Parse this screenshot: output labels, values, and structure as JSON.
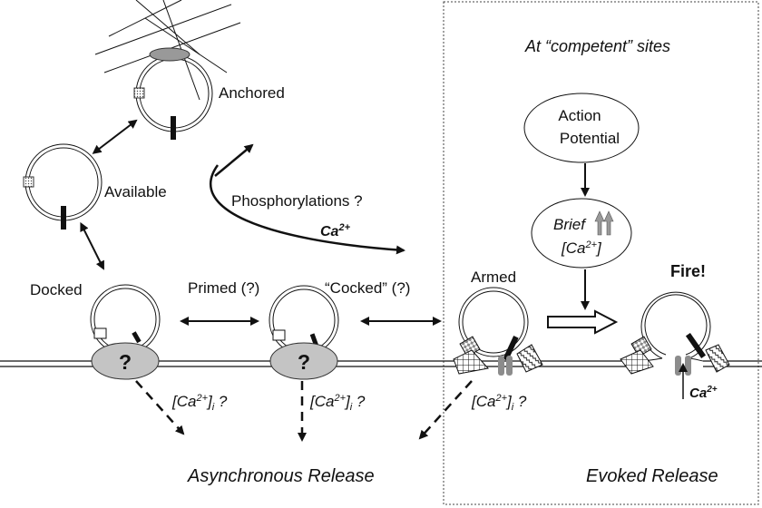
{
  "competent_title": "At “competent” sites",
  "states": {
    "anchored": "Anchored",
    "available": "Available",
    "docked": "Docked",
    "primed": "Primed (?)",
    "cocked": "“Cocked” (?)",
    "armed": "Armed",
    "fire": "Fire!"
  },
  "unknown_mark": "?",
  "phosphorylations": "Phosphorylations ?",
  "ca_label": {
    "base": "Ca",
    "sup": "2+"
  },
  "action_potential": [
    "Action",
    "Potential"
  ],
  "brief": {
    "line1": "Brief",
    "line2_pre": "[Ca",
    "sup": "2+",
    "line2_post": "]"
  },
  "cai": {
    "pre": "[Ca",
    "sup": "2+",
    "post": "]",
    "sub": "i",
    "q": " ?"
  },
  "async_release": "Asynchronous Release",
  "evoked_release": "Evoked Release",
  "colors": {
    "ink": "#111111",
    "protein_gray": "#c4c4c4",
    "dark_gray": "#8c8c8c"
  }
}
